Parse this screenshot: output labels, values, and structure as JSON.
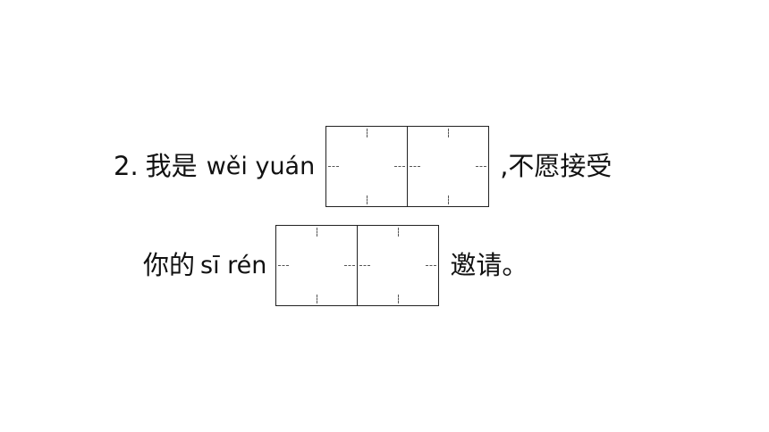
{
  "question": {
    "number": "2.",
    "line1": {
      "prefix": "我是",
      "pinyin": "wěi yuán",
      "suffix": ",不愿接受"
    },
    "line2": {
      "prefix": "你的",
      "pinyin": "sī rén",
      "suffix": "邀请。"
    }
  }
}
